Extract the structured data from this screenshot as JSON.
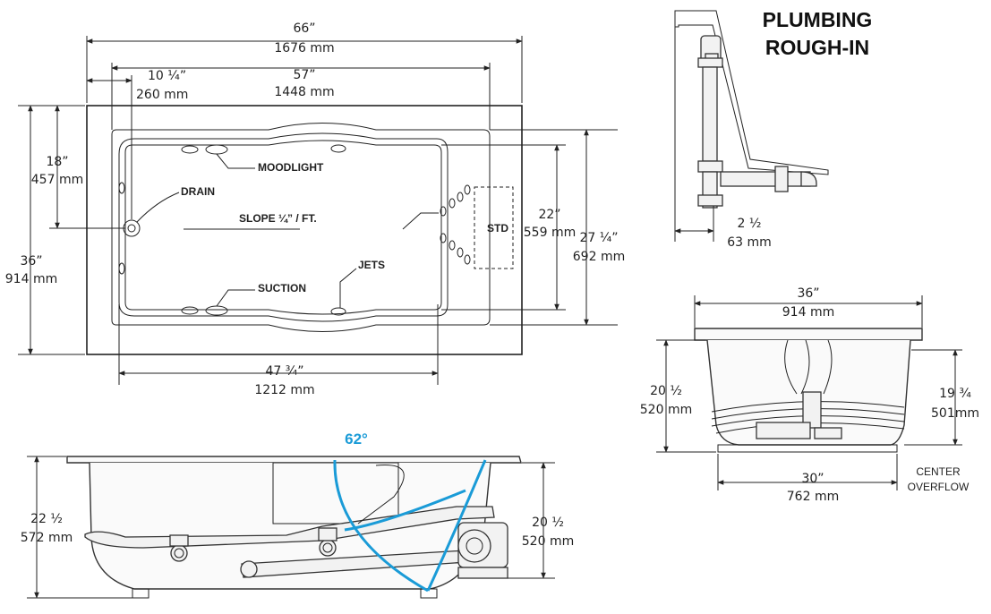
{
  "title": {
    "line1": "PLUMBING",
    "line2": "ROUGH-IN"
  },
  "top_view": {
    "overall_length": {
      "in": "66”",
      "mm": "1676 mm"
    },
    "inner_length": {
      "in": "57”",
      "mm": "1448 mm"
    },
    "drain_offset": {
      "in": "10 ¼”",
      "mm": "260 mm"
    },
    "overall_width": {
      "in": "36”",
      "mm": "914 mm"
    },
    "drain_height": {
      "in": "18”",
      "mm": "457 mm"
    },
    "bottom_width": {
      "in": "22”",
      "mm": "559 mm"
    },
    "rim_width": {
      "in": "27 ¼”",
      "mm": "692 mm"
    },
    "bottom_length": {
      "in": "47 ¾”",
      "mm": "1212 mm"
    },
    "labels": {
      "moodlight": "MOODLIGHT",
      "drain": "DRAIN",
      "slope": "SLOPE ¼” / FT.",
      "jets": "JETS",
      "suction": "SUCTION",
      "std": "STD"
    }
  },
  "side_view": {
    "angle": "62°",
    "height_total": {
      "in": "22 ½",
      "mm": "572 mm"
    },
    "height_right": {
      "in": "20 ½",
      "mm": "520 mm"
    }
  },
  "rough_in_view": {
    "offset": {
      "in": "2 ½",
      "mm": "63 mm"
    }
  },
  "end_view": {
    "top_width": {
      "in": "36”",
      "mm": "914 mm"
    },
    "height_left": {
      "in": "20 ½",
      "mm": "520 mm"
    },
    "height_right": {
      "in": "19 ¾",
      "mm": "501mm"
    },
    "base_width": {
      "in": "30”",
      "mm": "762 mm"
    },
    "overflow_note": {
      "line1": "CENTER",
      "line2": "OVERFLOW"
    }
  },
  "colors": {
    "accent": "#1a9bd7",
    "line": "#222222"
  }
}
